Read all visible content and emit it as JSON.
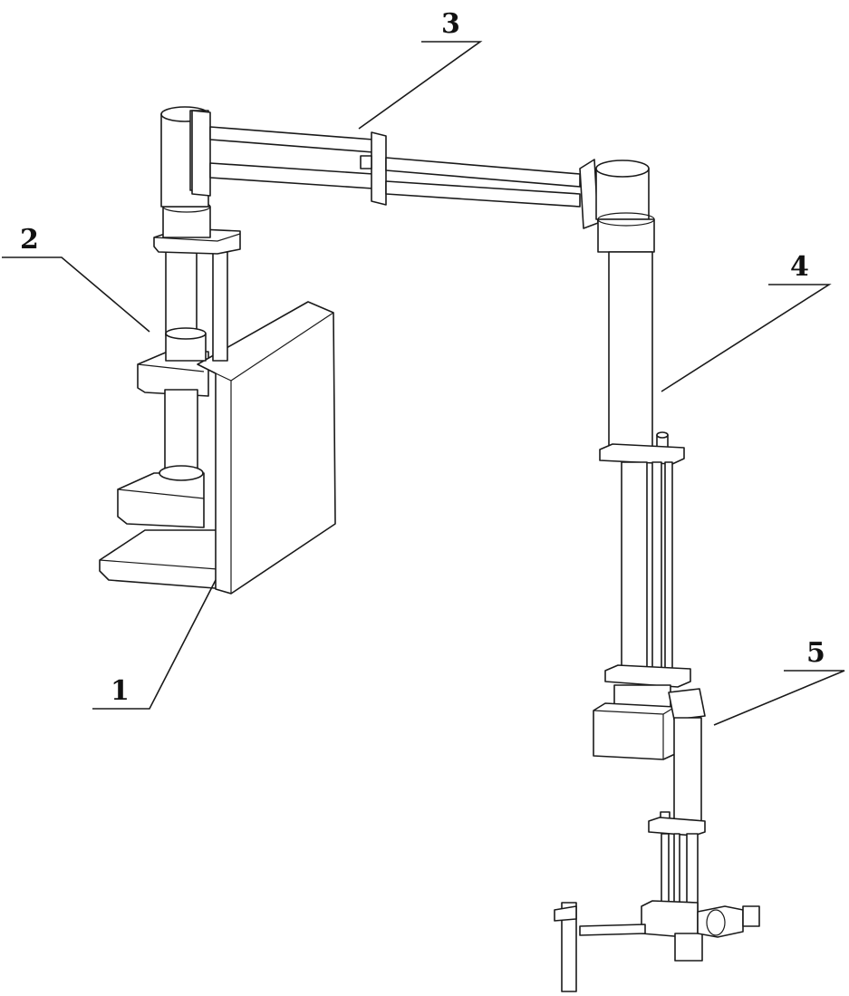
{
  "figure": {
    "labels": [
      {
        "id": "1",
        "text": "1"
      },
      {
        "id": "2",
        "text": "2"
      },
      {
        "id": "3",
        "text": "3"
      },
      {
        "id": "4",
        "text": "4"
      },
      {
        "id": "5",
        "text": "5"
      }
    ]
  },
  "colors": {
    "line": "#1a1a1a",
    "background": "#ffffff"
  }
}
